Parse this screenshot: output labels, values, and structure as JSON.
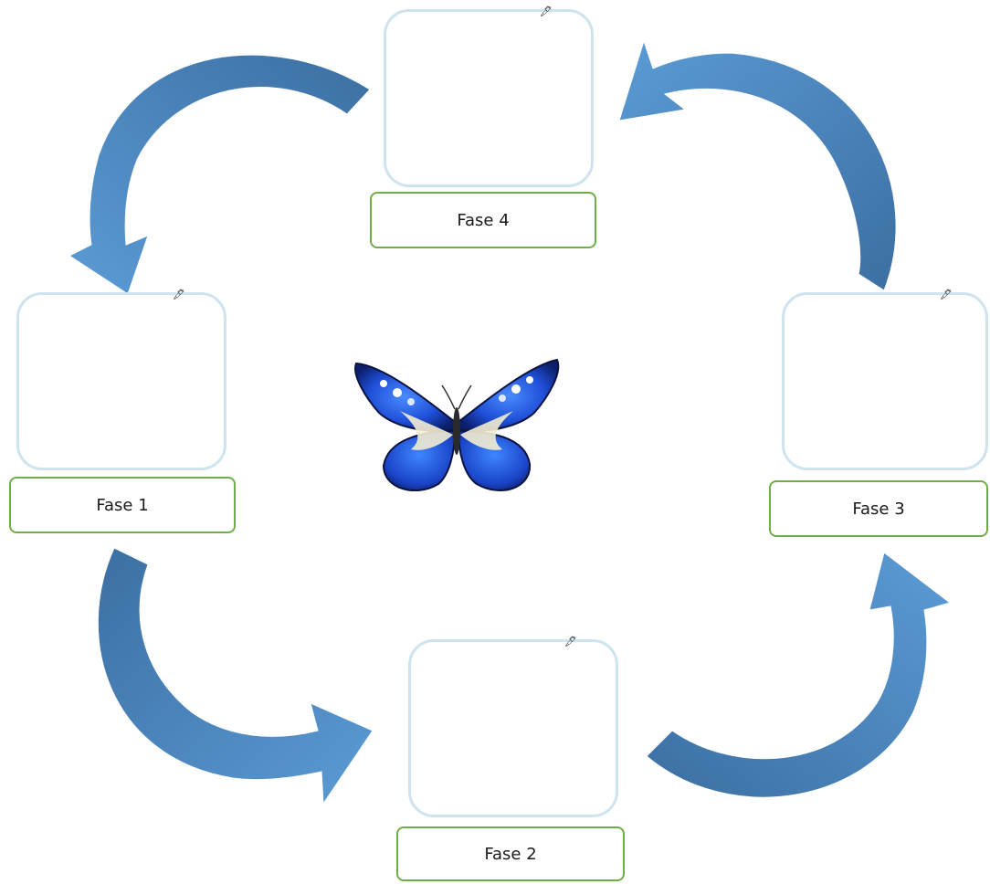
{
  "diagram": {
    "type": "cycle",
    "phases": [
      {
        "label": "Fase 1"
      },
      {
        "label": "Fase 2"
      },
      {
        "label": "Fase 3"
      },
      {
        "label": "Fase 4"
      }
    ],
    "cycle_order": [
      "Fase 1",
      "Fase 2",
      "Fase 3",
      "Fase 4"
    ],
    "center_image": "blue-morpho-butterfly"
  },
  "colors": {
    "arrow_light": "#5b9bd5",
    "arrow_dark": "#3c6fa3",
    "box_border": "#cde3ee",
    "label_border": "#70ad47",
    "butterfly_blue": "#1f4fd8"
  }
}
